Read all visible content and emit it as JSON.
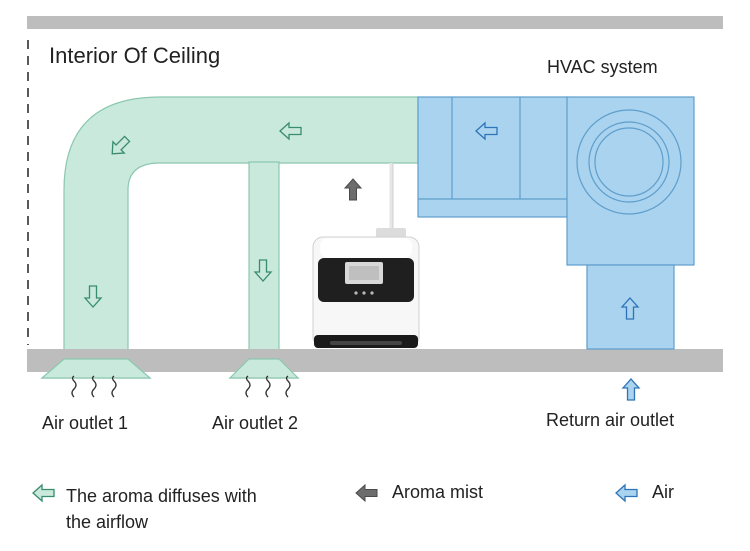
{
  "labels": {
    "title": "Interior Of Ceiling",
    "hvac": "HVAC system",
    "outlet1": "Air outlet 1",
    "outlet2": "Air outlet 2",
    "return_outlet": "Return air outlet"
  },
  "legend": [
    {
      "icon": "green-arrow-icon",
      "text": "The aroma diffuses with the airflow"
    },
    {
      "icon": "gray-arrow-icon",
      "text": "Aroma mist"
    },
    {
      "icon": "blue-arrow-icon",
      "text": "Air"
    }
  ],
  "colors": {
    "duct_green": "#c8e9dc",
    "duct_green_stroke": "#7fbfa8",
    "hvac_blue": "#a9d3ee",
    "hvac_blue_stroke": "#5c9ccc",
    "ceiling_gray": "#bdbdbd",
    "mist_gray": "#6d6d6d"
  },
  "device": {
    "icon": "aroma-diffuser-icon"
  }
}
